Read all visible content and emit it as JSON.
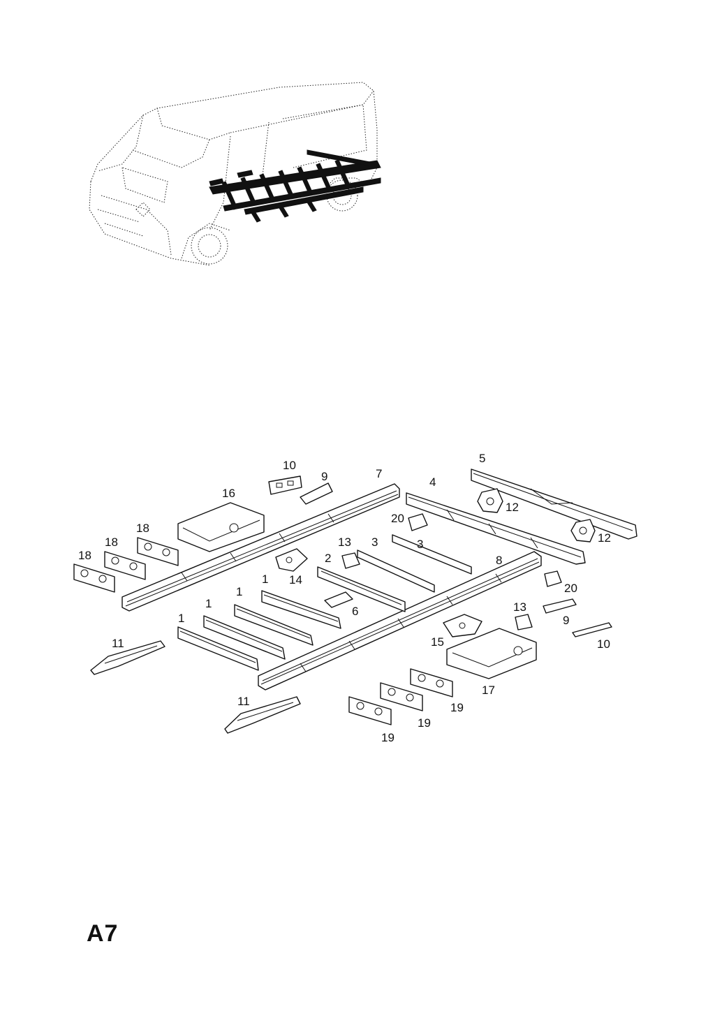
{
  "page_code": "A7",
  "callouts": [
    {
      "id": "c10a",
      "text": "10"
    },
    {
      "id": "c9a",
      "text": "9"
    },
    {
      "id": "c7",
      "text": "7"
    },
    {
      "id": "c5",
      "text": "5"
    },
    {
      "id": "c4",
      "text": "4"
    },
    {
      "id": "c16",
      "text": "16"
    },
    {
      "id": "c18a",
      "text": "18"
    },
    {
      "id": "c18b",
      "text": "18"
    },
    {
      "id": "c18c",
      "text": "18"
    },
    {
      "id": "c12a",
      "text": "12"
    },
    {
      "id": "c12b",
      "text": "12"
    },
    {
      "id": "c20a",
      "text": "20"
    },
    {
      "id": "c13a",
      "text": "13"
    },
    {
      "id": "c3a",
      "text": "3"
    },
    {
      "id": "c3b",
      "text": "3"
    },
    {
      "id": "c2",
      "text": "2"
    },
    {
      "id": "c14",
      "text": "14"
    },
    {
      "id": "c8",
      "text": "8"
    },
    {
      "id": "c1a",
      "text": "1"
    },
    {
      "id": "c1b",
      "text": "1"
    },
    {
      "id": "c1c",
      "text": "1"
    },
    {
      "id": "c1d",
      "text": "1"
    },
    {
      "id": "c6",
      "text": "6"
    },
    {
      "id": "c20b",
      "text": "20"
    },
    {
      "id": "c13b",
      "text": "13"
    },
    {
      "id": "c9b",
      "text": "9"
    },
    {
      "id": "c10b",
      "text": "10"
    },
    {
      "id": "c11a",
      "text": "11"
    },
    {
      "id": "c15",
      "text": "15"
    },
    {
      "id": "c17",
      "text": "17"
    },
    {
      "id": "c19a",
      "text": "19"
    },
    {
      "id": "c19b",
      "text": "19"
    },
    {
      "id": "c19c",
      "text": "19"
    },
    {
      "id": "c11b",
      "text": "11"
    }
  ]
}
